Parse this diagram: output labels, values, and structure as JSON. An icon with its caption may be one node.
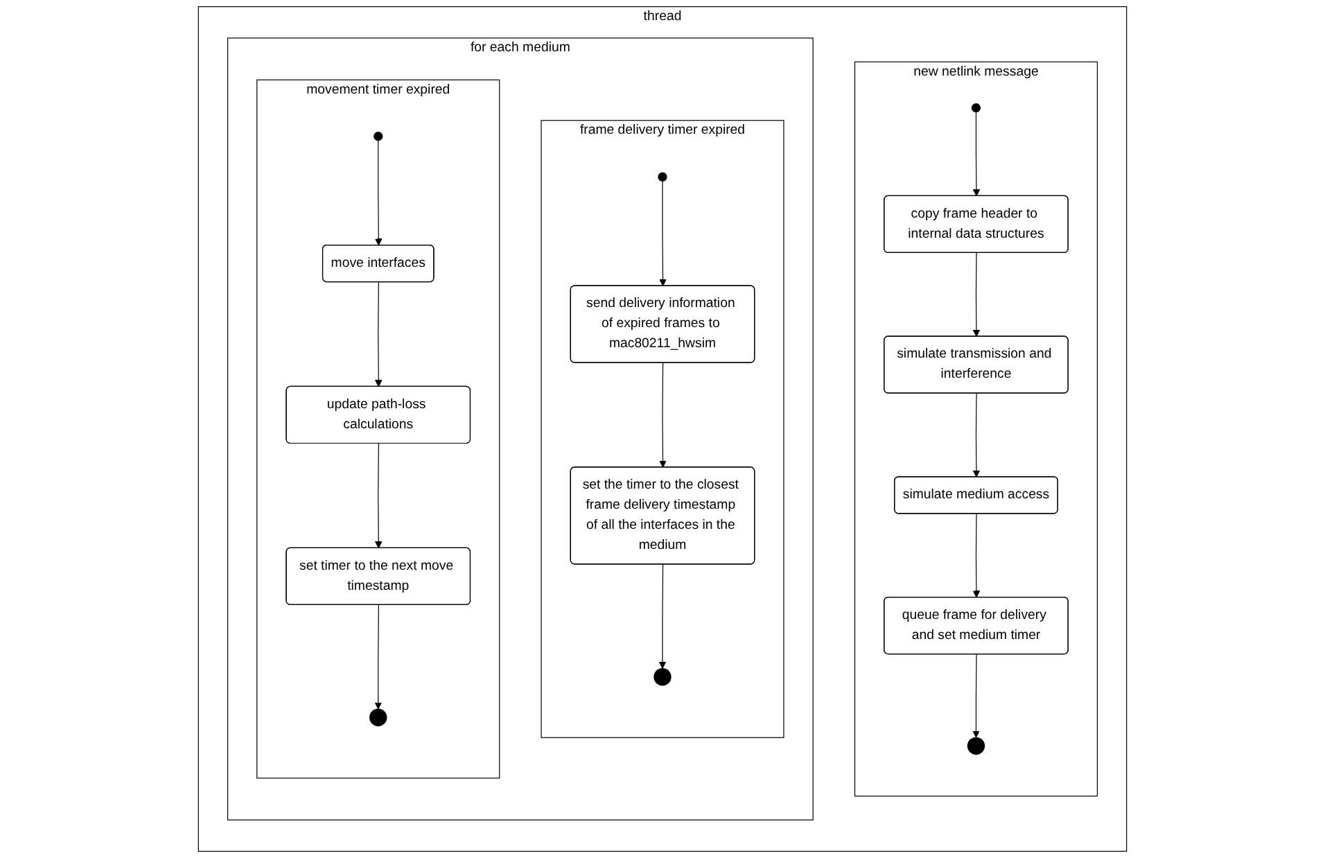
{
  "diagram": {
    "nodes": [
      {
        "text": [
          "thread"
        ]
      },
      {
        "text": [
          "new netlink message"
        ],
        "in": 0
      },
      {
        "text": [],
        "shape": "circle",
        "in": 1
      },
      {
        "text": [
          "copy frame header to internal data structures"
        ],
        "in": 1
      },
      {
        "text": [
          "simulate transmission and interference"
        ],
        "in": 1
      },
      {
        "text": [
          "simulate medium access"
        ],
        "in": 1
      },
      {
        "text": [
          "queue frame for delivery and set medium timer"
        ],
        "in": 1
      },
      {
        "text": [],
        "shape": "bullseye",
        "in": 1
      },
      {
        "text": [
          "for each medium"
        ],
        "in": 0
      },
      {
        "text": [
          "frame delivery timer expired"
        ],
        "in": 8
      },
      {
        "text": [],
        "shape": "circle",
        "in": 9
      },
      {
        "text": [
          "send delivery information of expired frames to mac80211_hwsim"
        ],
        "in": 9
      },
      {
        "text": [
          "set the timer to the closest frame delivery timestamp of all the interfaces in the medium"
        ],
        "in": 9
      },
      {
        "text": [],
        "shape": "bullseye",
        "in": 9
      },
      {
        "text": [
          "movement timer expired"
        ],
        "in": 8
      },
      {
        "text": [],
        "shape": "circle",
        "in": 14
      },
      {
        "text": [
          "move interfaces"
        ],
        "in": 14
      },
      {
        "text": [
          "update path-loss calculations"
        ],
        "in": 14
      },
      {
        "text": [
          "set timer to the next move timestamp"
        ],
        "in": 14
      },
      {
        "text": [],
        "shape": "bullseye",
        "in": 14
      }
    ],
    "edges": [
      {
        "from": 2,
        "to": 3,
        "arrow": "to"
      },
      {
        "from": 3,
        "to": 4,
        "arrow": "to"
      },
      {
        "from": 4,
        "to": 5,
        "arrow": "to"
      },
      {
        "from": 5,
        "to": 6,
        "arrow": "to"
      },
      {
        "from": 6,
        "to": 7,
        "arrow": "to"
      },
      {
        "from": 10,
        "to": 11,
        "arrow": "to"
      },
      {
        "from": 11,
        "to": 12,
        "arrow": "to"
      },
      {
        "from": 12,
        "to": 13,
        "arrow": "to"
      },
      {
        "from": 15,
        "to": 16,
        "arrow": "to"
      },
      {
        "from": 16,
        "to": 17,
        "arrow": "to"
      },
      {
        "from": 17,
        "to": 18,
        "arrow": "to"
      },
      {
        "from": 18,
        "to": 19,
        "arrow": "to"
      }
    ]
  }
}
